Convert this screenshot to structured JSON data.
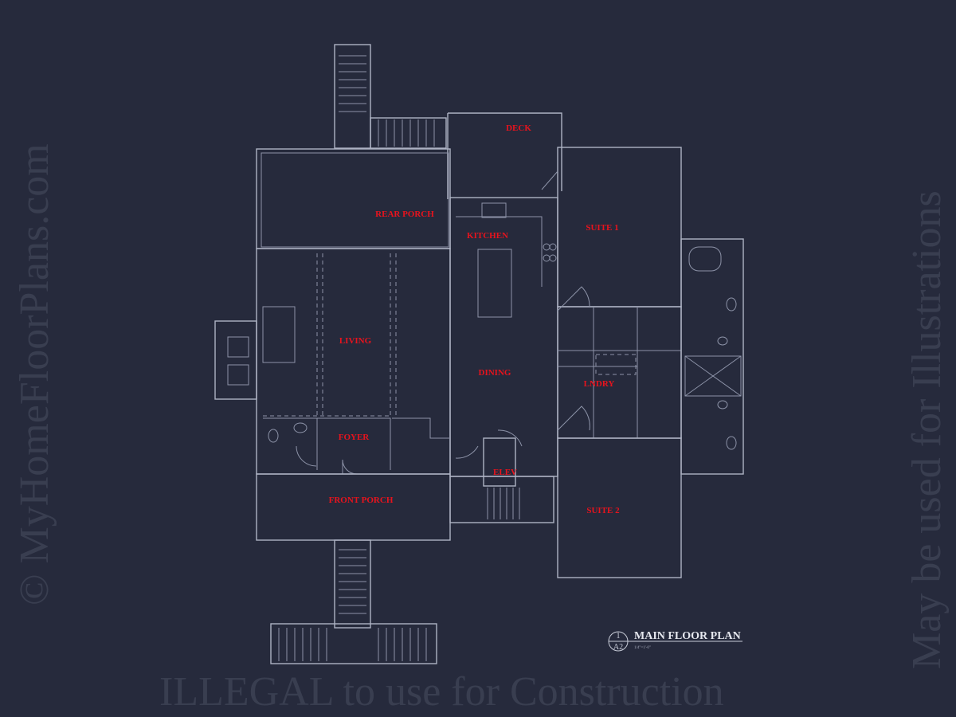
{
  "rooms": {
    "deck": "DECK",
    "rear_porch": "REAR PORCH",
    "kitchen": "KITCHEN",
    "suite1": "SUITE 1",
    "living": "LIVING",
    "dining": "DINING",
    "laundry": "LNDRY",
    "foyer": "FOYER",
    "elev": "ELEV",
    "front_porch": "FRONT PORCH",
    "suite2": "SUITE 2"
  },
  "title_block": {
    "title": "MAIN FLOOR PLAN",
    "detail_number": "1",
    "sheet": "A2",
    "scale": "1/4\"=1'-0\""
  },
  "watermarks": {
    "line1": "© MyHomeFloorPlans.com",
    "line2": "ILLEGAL to use for Construction",
    "line3": "May be used for Illustrations"
  },
  "colors": {
    "background": "#262a3c",
    "label": "#e8131d",
    "lines": "#aeb3c4"
  }
}
